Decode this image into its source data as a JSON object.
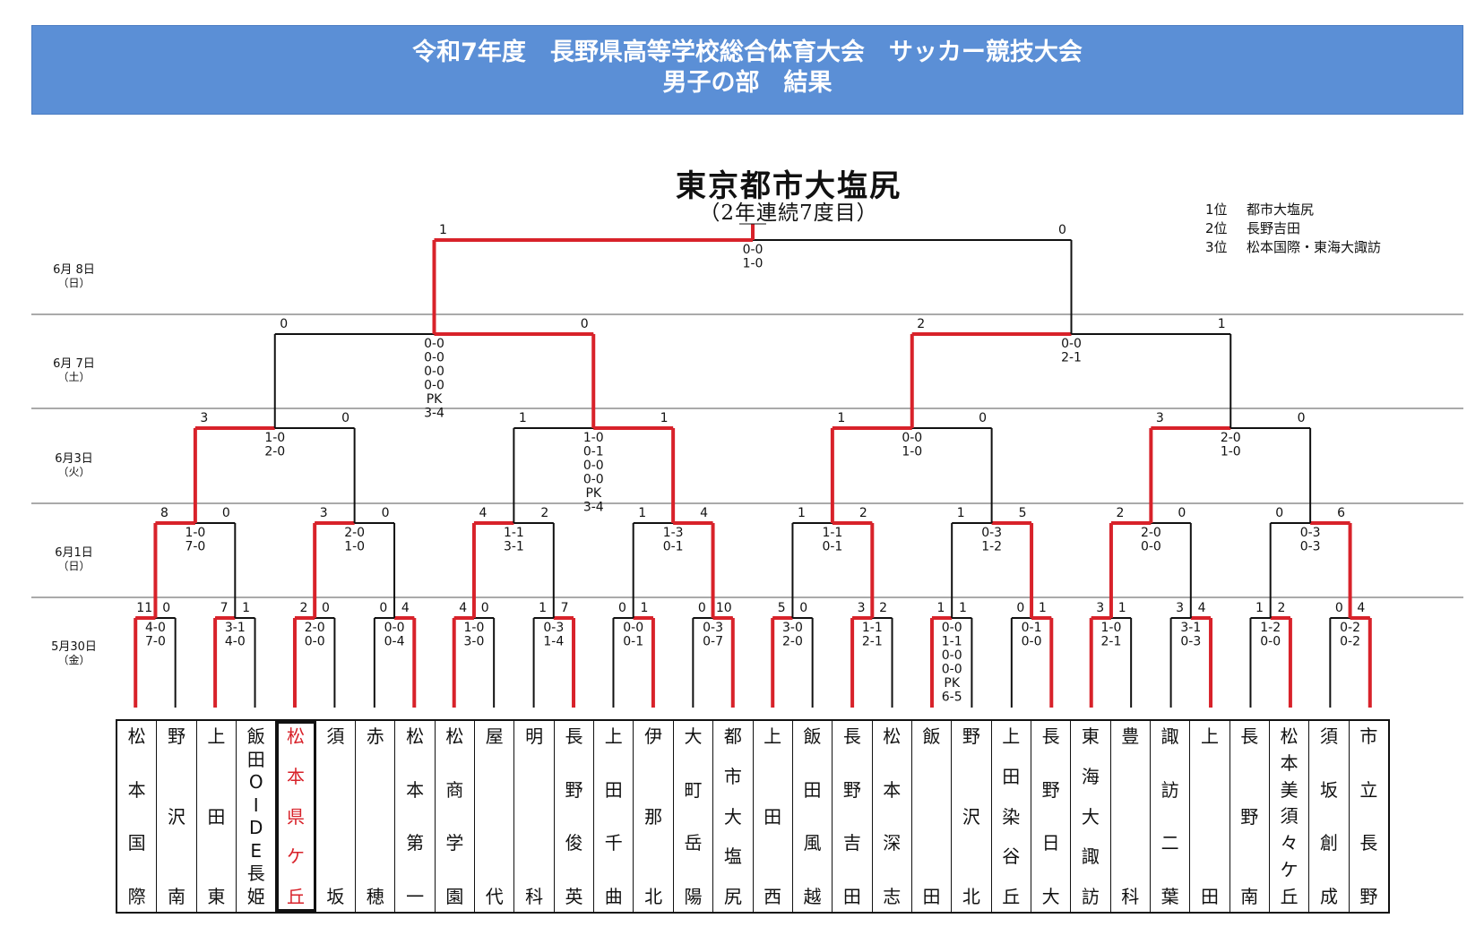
{
  "header": {
    "line1": "令和7年度　長野県高等学校総合体育大会　サッカー競技大会",
    "line2": "男子の部　結果"
  },
  "champion": {
    "name": "東京都市大塩尻",
    "subtitle": "（2年連続7度目）"
  },
  "ranking": [
    {
      "pos": "1位",
      "team": "都市大塩尻"
    },
    {
      "pos": "2位",
      "team": "長野吉田"
    },
    {
      "pos": "3位",
      "team": "松本国際・東海大諏訪"
    }
  ],
  "days": [
    {
      "date": "6月 8日",
      "dow": "（日）"
    },
    {
      "date": "6月 7日",
      "dow": "（土）"
    },
    {
      "date": "6月3日",
      "dow": "（火）"
    },
    {
      "date": "6月1日",
      "dow": "（日）"
    },
    {
      "date": "5月30日",
      "dow": "（金）"
    }
  ],
  "colors": {
    "win": "#d8222a",
    "line": "#111111",
    "accent": "#5b8fd6"
  },
  "teams": [
    {
      "chars": [
        "松",
        "本",
        "国",
        "際"
      ]
    },
    {
      "chars": [
        "野",
        "沢",
        "南"
      ]
    },
    {
      "chars": [
        "上",
        "田",
        "東"
      ]
    },
    {
      "chars": [
        "飯",
        "田",
        "O",
        "I",
        "D",
        "E",
        "長",
        "姫"
      ]
    },
    {
      "chars": [
        "松",
        "本",
        "県",
        "ケ",
        "丘"
      ],
      "highlight": true
    },
    {
      "chars": [
        "須",
        "坂"
      ]
    },
    {
      "chars": [
        "赤",
        "穂"
      ]
    },
    {
      "chars": [
        "松",
        "本",
        "第",
        "一"
      ]
    },
    {
      "chars": [
        "松",
        "商",
        "学",
        "園"
      ]
    },
    {
      "chars": [
        "屋",
        "代"
      ]
    },
    {
      "chars": [
        "明",
        "科"
      ]
    },
    {
      "chars": [
        "長",
        "野",
        "俊",
        "英"
      ]
    },
    {
      "chars": [
        "上",
        "田",
        "千",
        "曲"
      ]
    },
    {
      "chars": [
        "伊",
        "那",
        "北"
      ]
    },
    {
      "chars": [
        "大",
        "町",
        "岳",
        "陽"
      ]
    },
    {
      "chars": [
        "都",
        "市",
        "大",
        "塩",
        "尻"
      ]
    },
    {
      "chars": [
        "上",
        "田",
        "西"
      ]
    },
    {
      "chars": [
        "飯",
        "田",
        "風",
        "越"
      ]
    },
    {
      "chars": [
        "長",
        "野",
        "吉",
        "田"
      ]
    },
    {
      "chars": [
        "松",
        "本",
        "深",
        "志"
      ]
    },
    {
      "chars": [
        "飯",
        "田"
      ]
    },
    {
      "chars": [
        "野",
        "沢",
        "北"
      ]
    },
    {
      "chars": [
        "上",
        "田",
        "染",
        "谷",
        "丘"
      ]
    },
    {
      "chars": [
        "長",
        "野",
        "日",
        "大"
      ]
    },
    {
      "chars": [
        "東",
        "海",
        "大",
        "諏",
        "訪"
      ]
    },
    {
      "chars": [
        "豊",
        "科"
      ]
    },
    {
      "chars": [
        "諏",
        "訪",
        "二",
        "葉"
      ]
    },
    {
      "chars": [
        "上",
        "田"
      ]
    },
    {
      "chars": [
        "長",
        "野",
        "南"
      ]
    },
    {
      "chars": [
        "松",
        "本",
        "美",
        "須",
        "々",
        "ケ",
        "丘"
      ]
    },
    {
      "chars": [
        "須",
        "坂",
        "創",
        "成"
      ]
    },
    {
      "chars": [
        "市",
        "立",
        "長",
        "野"
      ]
    }
  ],
  "r1_matches": [
    {
      "lt": "11",
      "rt": "0",
      "detail": [
        "4-0",
        "7-0"
      ],
      "winner": "L"
    },
    {
      "lt": "7",
      "rt": "1",
      "detail": [
        "3-1",
        "4-0"
      ],
      "winner": "L"
    },
    {
      "lt": "2",
      "rt": "0",
      "detail": [
        "2-0",
        "0-0"
      ],
      "winner": "L"
    },
    {
      "lt": "0",
      "rt": "4",
      "detail": [
        "0-0",
        "0-4"
      ],
      "winner": "R"
    },
    {
      "lt": "4",
      "rt": "0",
      "detail": [
        "1-0",
        "3-0"
      ],
      "winner": "L"
    },
    {
      "lt": "1",
      "rt": "7",
      "detail": [
        "0-3",
        "1-4"
      ],
      "winner": "R"
    },
    {
      "lt": "0",
      "rt": "1",
      "detail": [
        "0-0",
        "0-1"
      ],
      "winner": "R"
    },
    {
      "lt": "0",
      "rt": "10",
      "detail": [
        "0-3",
        "0-7"
      ],
      "winner": "R"
    },
    {
      "lt": "5",
      "rt": "0",
      "detail": [
        "3-0",
        "2-0"
      ],
      "winner": "L"
    },
    {
      "lt": "3",
      "rt": "2",
      "detail": [
        "1-1",
        "2-1"
      ],
      "winner": "L"
    },
    {
      "lt": "1",
      "rt": "1",
      "detail": [
        "0-0",
        "1-1",
        "0-0",
        "0-0",
        "PK",
        "6-5"
      ],
      "winner": "L"
    },
    {
      "lt": "0",
      "rt": "1",
      "detail": [
        "0-1",
        "0-0"
      ],
      "winner": "R"
    },
    {
      "lt": "3",
      "rt": "1",
      "detail": [
        "1-0",
        "2-1"
      ],
      "winner": "L"
    },
    {
      "lt": "3",
      "rt": "4",
      "detail": [
        "3-1",
        "0-3"
      ],
      "winner": "R"
    },
    {
      "lt": "1",
      "rt": "2",
      "detail": [
        "1-2",
        "0-0"
      ],
      "winner": "R"
    },
    {
      "lt": "0",
      "rt": "4",
      "detail": [
        "0-2",
        "0-2"
      ],
      "winner": "R"
    }
  ],
  "r2_matches": [
    {
      "lt": "8",
      "rt": "0",
      "detail": [
        "1-0",
        "7-0"
      ],
      "winner": "L"
    },
    {
      "lt": "3",
      "rt": "0",
      "detail": [
        "2-0",
        "1-0"
      ],
      "winner": "L"
    },
    {
      "lt": "4",
      "rt": "2",
      "detail": [
        "1-1",
        "3-1"
      ],
      "winner": "L"
    },
    {
      "lt": "1",
      "rt": "4",
      "detail": [
        "1-3",
        "0-1"
      ],
      "winner": "R"
    },
    {
      "lt": "1",
      "rt": "2",
      "detail": [
        "1-1",
        "0-1"
      ],
      "winner": "R"
    },
    {
      "lt": "1",
      "rt": "5",
      "detail": [
        "0-3",
        "1-2"
      ],
      "winner": "R"
    },
    {
      "lt": "2",
      "rt": "0",
      "detail": [
        "2-0",
        "0-0"
      ],
      "winner": "L"
    },
    {
      "lt": "0",
      "rt": "6",
      "detail": [
        "0-3",
        "0-3"
      ],
      "winner": "R"
    }
  ],
  "r3_matches": [
    {
      "lt": "3",
      "rt": "0",
      "detail": [
        "1-0",
        "2-0"
      ],
      "winner": "L"
    },
    {
      "lt": "1",
      "rt": "1",
      "detail": [
        "1-0",
        "0-1",
        "0-0",
        "0-0",
        "PK",
        "3-4"
      ],
      "winner": "R"
    },
    {
      "lt": "1",
      "rt": "0",
      "detail": [
        "0-0",
        "1-0"
      ],
      "winner": "L"
    },
    {
      "lt": "3",
      "rt": "0",
      "detail": [
        "2-0",
        "1-0"
      ],
      "winner": "L"
    }
  ],
  "r4_matches": [
    {
      "lt": "0",
      "rt": "0",
      "detail": [
        "0-0",
        "0-0",
        "0-0",
        "0-0",
        "PK",
        "3-4"
      ],
      "winner": "R"
    },
    {
      "lt": "2",
      "rt": "1",
      "detail": [
        "0-0",
        "2-1"
      ],
      "winner": "L"
    }
  ],
  "final": {
    "lt": "1",
    "rt": "0",
    "detail": [
      "0-0",
      "1-0"
    ],
    "winner": "L"
  }
}
